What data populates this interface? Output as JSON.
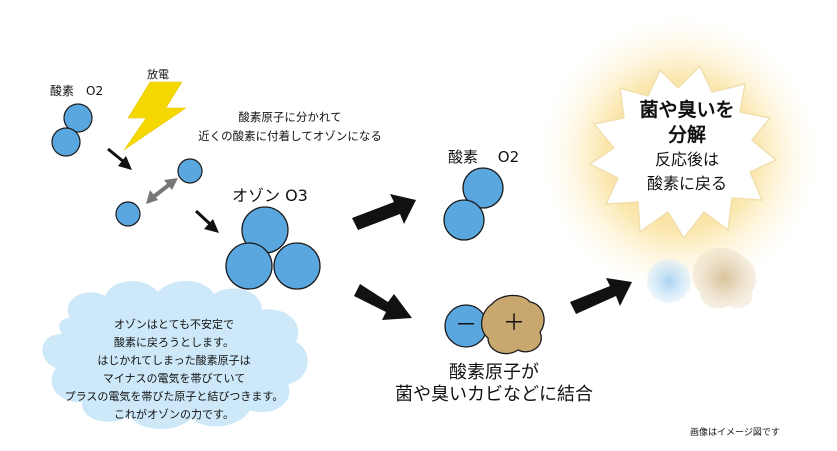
{
  "labels": {
    "oxygen_left": "酸素　O2",
    "discharge": "放電",
    "split_line1": "酸素原子に分かれて",
    "split_line2": "近くの酸素に付着してオゾンになる",
    "ozone": "オゾン O3",
    "oxygen_right": "酸素　 O2",
    "bond_line1": "酸素原子が",
    "bond_line2": "菌や臭いカビなどに結合",
    "decomp_title_line1": "菌や臭いを",
    "decomp_title_line2": "分解",
    "decomp_sub_line1": "反応後は",
    "decomp_sub_line2": "酸素に戻る",
    "minus": "－",
    "plus": "＋",
    "note": "画像はイメージ図です"
  },
  "cloud": {
    "lines": [
      "オゾンはとても不安定で",
      "酸素に戻ろうとします。",
      "はじかれてしまった酸素原子は",
      "マイナスの電気を帯びていて",
      "プラスの電気を帯びた原子と結びつきます。",
      "これがオゾンの力です。"
    ]
  },
  "colors": {
    "atom": "#5aa7e0",
    "atom_stroke": "#1a1a1a",
    "cloud": "#cde8f8",
    "lightning": "#f5d800",
    "burst_glow": "#f6c94a",
    "bacteria": "#c9a870",
    "arrow": "#111111",
    "double_arrow": "#777777"
  },
  "icons": [
    "lightning-icon",
    "arrow-icon",
    "double-arrow-icon",
    "burst-icon",
    "bacteria-icon"
  ]
}
